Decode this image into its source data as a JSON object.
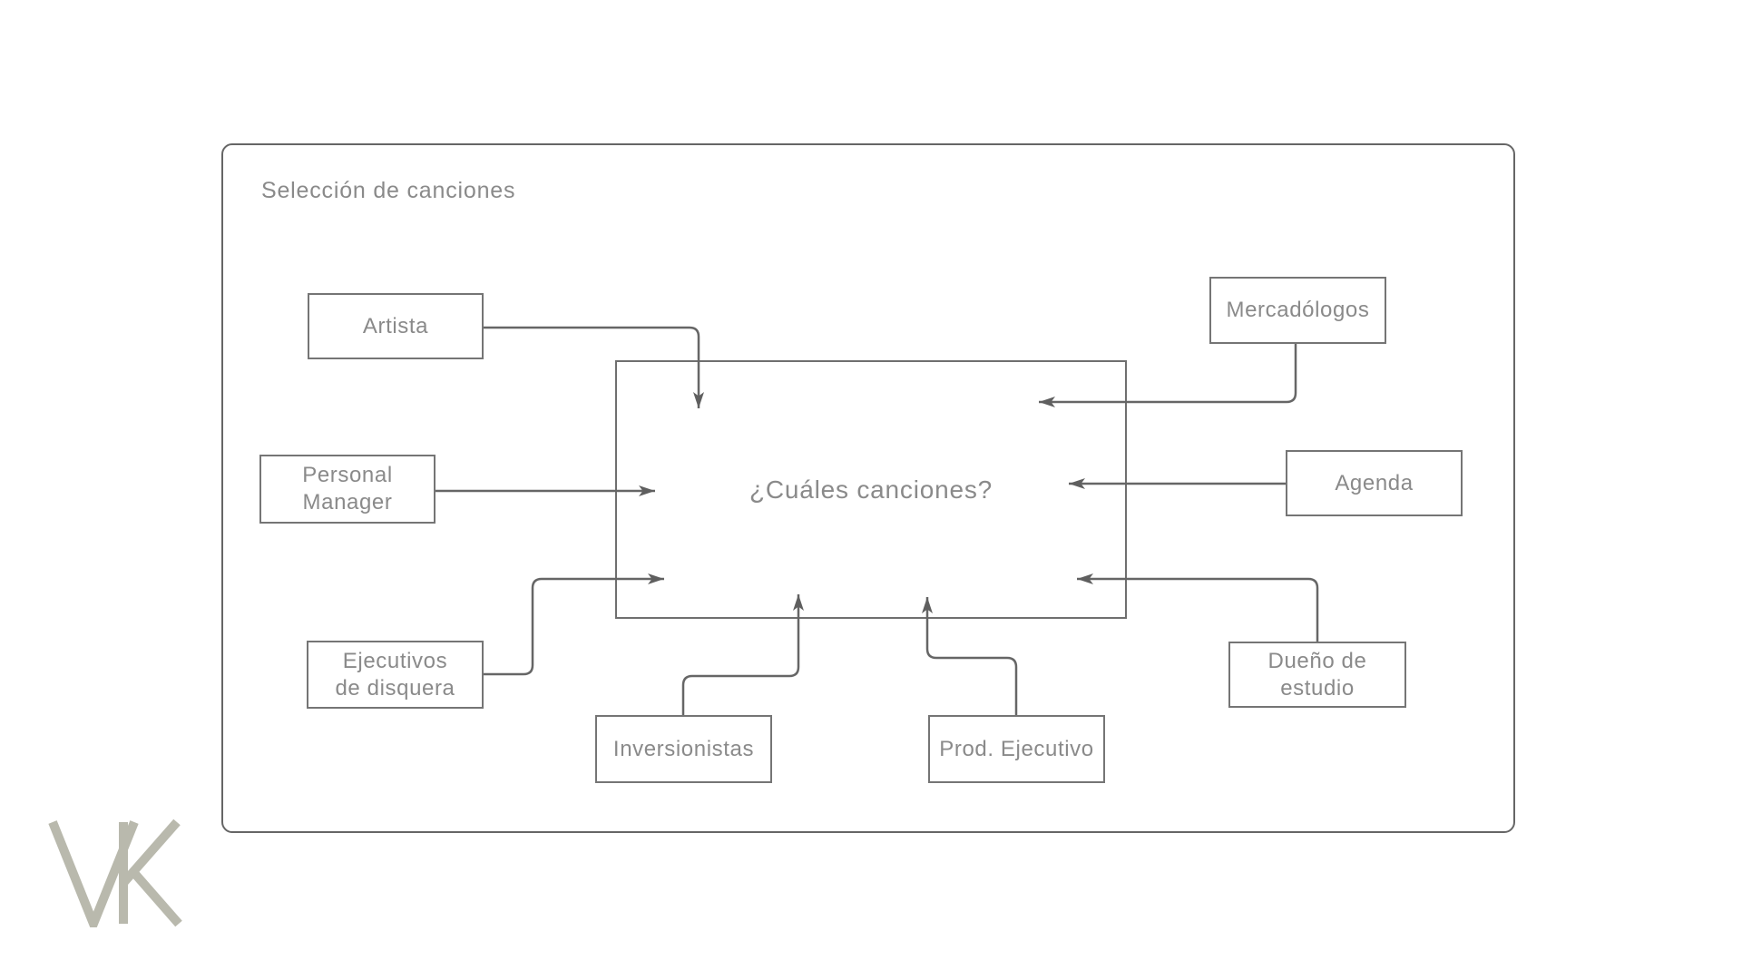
{
  "diagram": {
    "title": "Selección de canciones",
    "central_question": "¿Cuáles canciones?",
    "nodes": [
      {
        "id": "artista",
        "label": "Artista"
      },
      {
        "id": "mercadologos",
        "label": "Mercadólogos"
      },
      {
        "id": "personal-manager",
        "label": "Personal\nManager"
      },
      {
        "id": "agenda",
        "label": "Agenda"
      },
      {
        "id": "ejecutivos-de-disquera",
        "label": "Ejecutivos\nde disquera"
      },
      {
        "id": "dueno-de-estudio",
        "label": "Dueño de\nestudio"
      },
      {
        "id": "inversionistas",
        "label": "Inversionistas"
      },
      {
        "id": "prod-ejecutivo",
        "label": "Prod. Ejecutivo"
      }
    ],
    "watermark": "VK",
    "colors": {
      "line": "#666666",
      "arrowhead": "#5f5f5f",
      "box_border": "#757575",
      "text": "#8a8a8a",
      "watermark": "#b9b9ad",
      "background": "#ffffff"
    }
  }
}
